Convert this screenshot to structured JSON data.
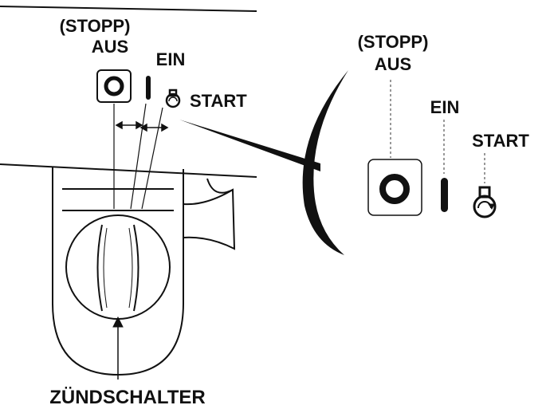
{
  "left_view": {
    "stopp_label": "(STOPP)",
    "aus_label": "AUS",
    "ein_label": "EIN",
    "start_label": "START"
  },
  "right_view": {
    "stopp_label": "(STOPP)",
    "aus_label": "AUS",
    "ein_label": "EIN",
    "start_label": "START"
  },
  "callout_label": "ZÜNDSCHALTER",
  "icons": [
    "power-off-icon",
    "on-bar-icon",
    "start-engine-icon",
    "rotation-arrow-icon"
  ],
  "colors": {
    "ink": "#111111",
    "background": "#ffffff"
  }
}
